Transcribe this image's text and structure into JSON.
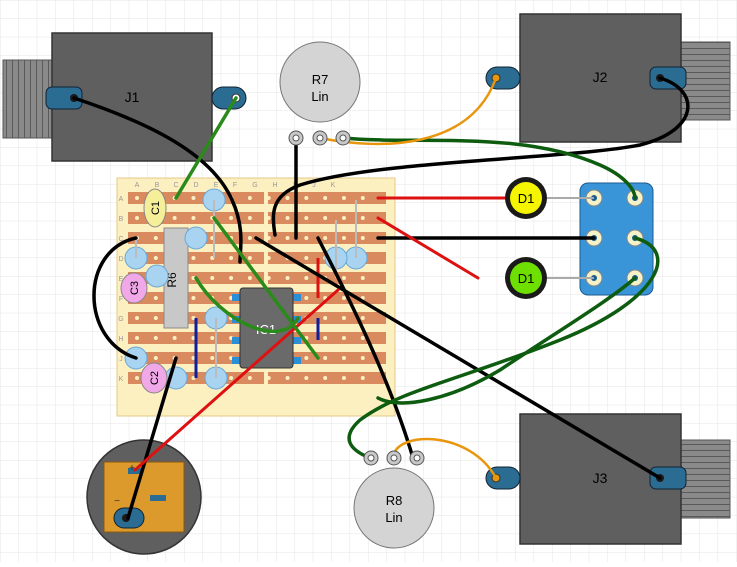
{
  "jacks": {
    "j1": {
      "label": "J1"
    },
    "j2": {
      "label": "J2"
    },
    "j3": {
      "label": "J3"
    }
  },
  "pots": {
    "r7": {
      "name": "R7",
      "taper": "Lin"
    },
    "r8": {
      "name": "R8",
      "taper": "Lin"
    }
  },
  "ic": {
    "label": "IC1"
  },
  "resistor": {
    "label": "R6"
  },
  "capacitors": {
    "c1": {
      "label": "C1"
    },
    "c2": {
      "label": "C2"
    },
    "c3": {
      "label": "C3"
    }
  },
  "leds": {
    "d1_yellow": {
      "label": "D1"
    },
    "d1_green": {
      "label": "D1"
    }
  },
  "board": {
    "row_labels": [
      "A",
      "B",
      "C",
      "D",
      "E",
      "F",
      "G",
      "H",
      "J",
      "K"
    ],
    "col_labels": [
      "A",
      "B",
      "C",
      "D",
      "E",
      "F",
      "G",
      "H",
      "I",
      "J",
      "K"
    ]
  },
  "battery": {
    "plus": "+",
    "minus": "−"
  },
  "colors": {
    "grid": "#e6e6e6",
    "board": "#fdf0c0",
    "strip": "#d98a5e",
    "jack_body": "#5f5f5f",
    "lug": "#2a6c92",
    "pot": "#d4d4d4",
    "switch": "#3a95d8",
    "wire_black": "#000000",
    "wire_red": "#dd1111",
    "wire_green": "#1d6b1b",
    "wire_orange": "#e8960e",
    "wire_dkgreen": "#0e5c10",
    "led_yellow": "#f5f500",
    "led_green": "#6ee000"
  }
}
